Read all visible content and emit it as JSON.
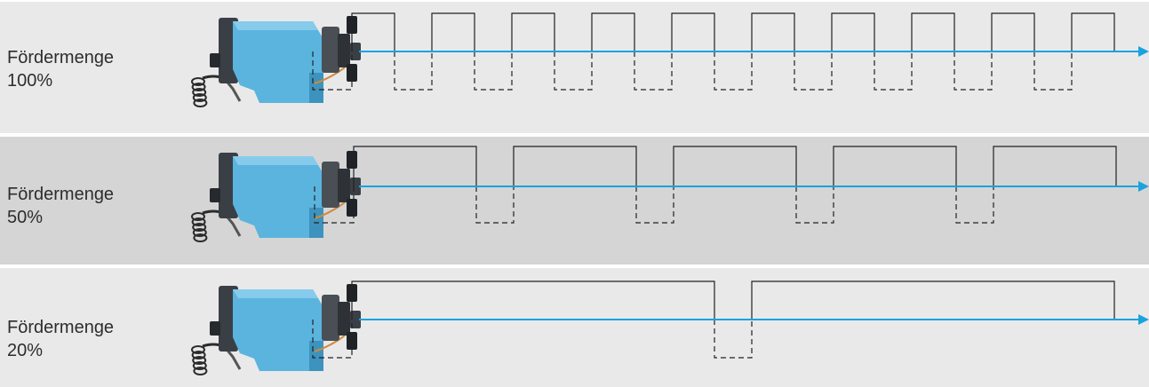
{
  "rows": [
    {
      "title": "Fördermenge",
      "percent": "100%",
      "pulses": 10
    },
    {
      "title": "Fördermenge",
      "percent": "50%",
      "pulses": 5
    },
    {
      "title": "Fördermenge",
      "percent": "20%",
      "pulses": 2
    }
  ],
  "colors": {
    "flow_arrow": "#19a3df",
    "pump_body": "#5ab4de",
    "pump_dark": "#3a3f45",
    "pulse_line": "#222222"
  }
}
